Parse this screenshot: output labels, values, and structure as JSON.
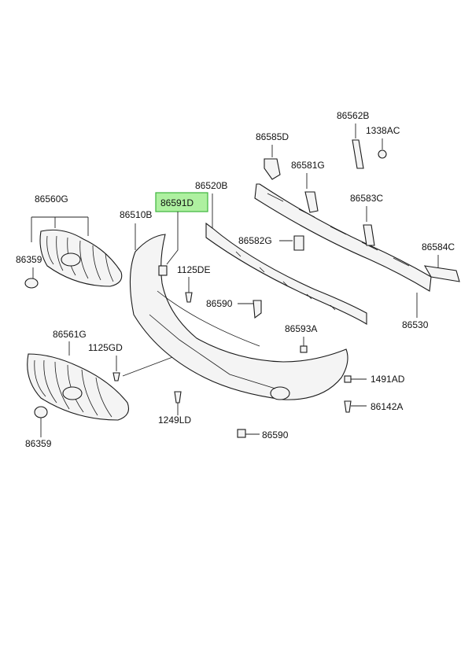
{
  "highlight_color": "#aef0a0",
  "labels": {
    "p86562B": "86562B",
    "p1338AC": "1338AC",
    "p86585D": "86585D",
    "p86581G": "86581G",
    "p86520B": "86520B",
    "p86591D": "86591D",
    "p86560G": "86560G",
    "p86510B": "86510B",
    "p86583C": "86583C",
    "p86582G": "86582G",
    "p86584C": "86584C",
    "p86359_top": "86359",
    "p1125DE": "1125DE",
    "p86590_upper": "86590",
    "p86530": "86530",
    "p86593A": "86593A",
    "p86561G": "86561G",
    "p1125GD": "1125GD",
    "p1491AD": "1491AD",
    "p86142A": "86142A",
    "p1249LD": "1249LD",
    "p86590_lower": "86590",
    "p86359_bottom": "86359"
  }
}
